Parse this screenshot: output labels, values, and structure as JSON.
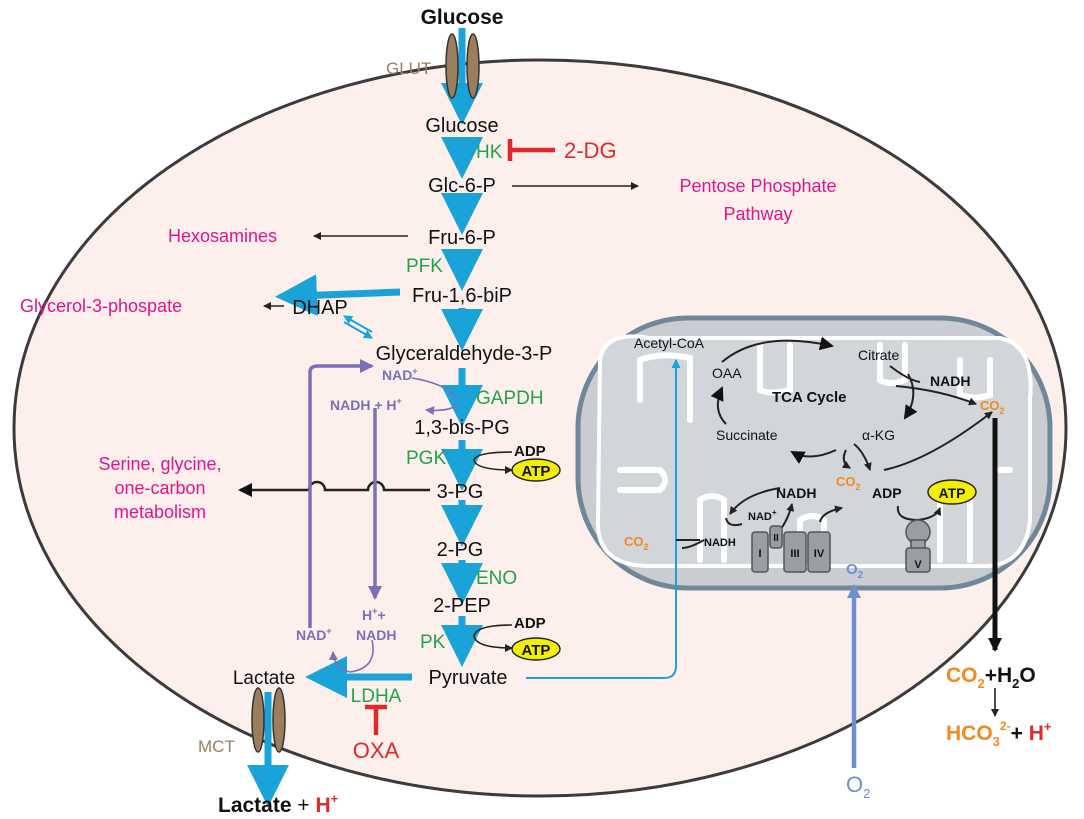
{
  "colors": {
    "cell_fill": "#fdf0ec",
    "cell_stroke": "#3b3b3b",
    "glycolysis_arrow": "#1aa3d8",
    "enzyme": "#22a24a",
    "inhibitor": "#e02a2a",
    "side_pathway": "#e0158a",
    "nad_shuttle": "#7b6fb8",
    "mito_fill": "#c9ccd0",
    "mito_stroke": "#6f8798",
    "co2": "#f28a1f",
    "o2": "#6e8fd0",
    "atp_fill": "#f4ee00",
    "transporter": "#9b7e5e"
  },
  "extracellular": {
    "glucose_in": "Glucose",
    "glut": "GLUT",
    "mct": "MCT",
    "lactate_out": "Lactate",
    "plus": " + ",
    "h_plus": "H",
    "h_plus_sup": "+"
  },
  "metabolites": {
    "glucose": "Glucose",
    "glc6p": "Glc-6-P",
    "fru6p": "Fru-6-P",
    "fru16bip": "Fru-1,6-biP",
    "dhap": "DHAP",
    "g3p": "Glyceraldehyde-3-P",
    "bpg13": "1,3-bis-PG",
    "pg3": "3-PG",
    "pg2": "2-PG",
    "pep2": "2-PEP",
    "pyruvate": "Pyruvate",
    "lactate": "Lactate"
  },
  "enzymes": {
    "hk": "HK",
    "pfk": "PFK",
    "gapdh": "GAPDH",
    "pgk": "PGK",
    "eno": "ENO",
    "pk": "PK",
    "ldha": "LDHA"
  },
  "inhibitors": {
    "dg2": "2-DG",
    "oxa": "OXA"
  },
  "side_pathways": {
    "ppp_line1": "Pentose Phosphate",
    "ppp_line2": "Pathway",
    "hexosamines": "Hexosamines",
    "glycerol3p": "Glycerol-3-phospate",
    "serine_line1": "Serine, glycine,",
    "serine_line2": "one-carbon",
    "serine_line3": "metabolism"
  },
  "cofactors": {
    "nad": "NAD",
    "nad_sup": "+",
    "nadh_h": "NADH + H",
    "nadh_h_sup": "+",
    "h_plus_nadh_line1": "H",
    "h_plus_nadh_sup": "+",
    "h_plus_nadh_plus": "+",
    "h_plus_nadh_line2": "NADH",
    "adp": "ADP",
    "atp": "ATP"
  },
  "mitochondrion": {
    "acetyl_coa": "Acetyl-CoA",
    "oaa": "OAA",
    "citrate": "Citrate",
    "nadh": "NADH",
    "tca_cycle": "TCA Cycle",
    "succinate": "Succinate",
    "akg": "α-KG",
    "co2": "CO",
    "co2_sub": "2",
    "adp": "ADP",
    "atp": "ATP",
    "nad_plus": "NAD",
    "nad_plus_sup": "+",
    "complex_i": "I",
    "complex_ii": "II",
    "complex_iii": "III",
    "complex_iv": "IV",
    "complex_v": "V",
    "o2": "O",
    "o2_sub": "2"
  },
  "outside_right": {
    "co2": "CO",
    "co2_sub": "2",
    "h2o": "+H",
    "h2o_sub": "2",
    "h2o_o": "O",
    "hco3": "HCO",
    "hco3_sub": "3",
    "hco3_sup": "2-",
    "plus": "+ ",
    "h": "H",
    "h_sup": "+"
  },
  "o2_bottom": {
    "o": "O",
    "sub": "2"
  }
}
